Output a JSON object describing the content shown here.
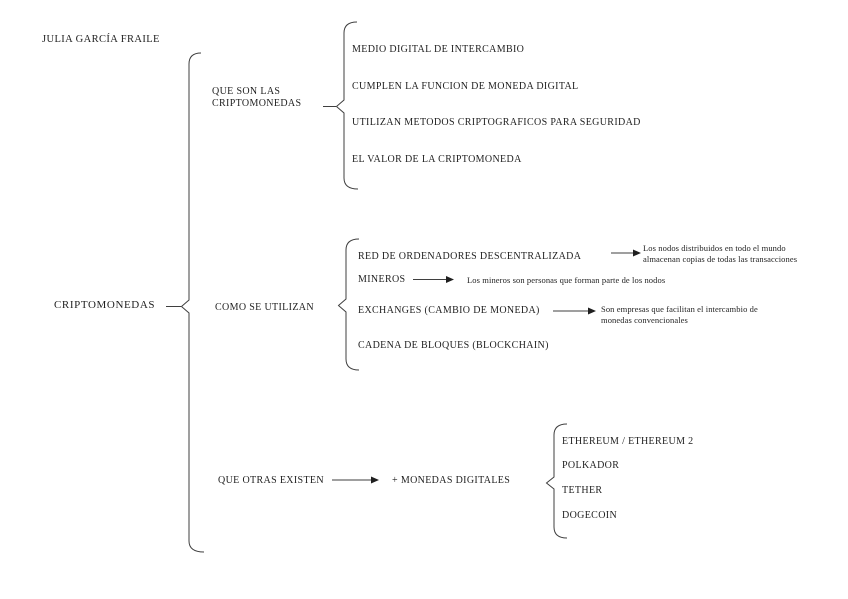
{
  "colors": {
    "background": "#ffffff",
    "text": "#1f1f1f",
    "line": "#3f3f3f"
  },
  "author": "JULIA GARCÍA FRAILE",
  "root": {
    "label": "CRIPTOMONEDAS"
  },
  "branches": [
    {
      "label_lines": [
        "QUE SON LAS",
        "CRIPTOMONEDAS"
      ],
      "items": [
        "MEDIO DIGITAL DE INTERCAMBIO",
        "CUMPLEN LA FUNCION DE MONEDA DIGITAL",
        "UTILIZAN METODOS CRIPTOGRAFICOS PARA SEGURIDAD",
        "EL VALOR DE LA CRIPTOMONEDA"
      ]
    },
    {
      "label": "COMO SE UTILIZAN",
      "items": [
        {
          "text": "RED DE ORDENADORES DESCENTRALIZADA",
          "note_lines": [
            "Los nodos distribuidos en todo el mundo",
            "almacenan copias de todas las transacciones"
          ]
        },
        {
          "text": "MINEROS",
          "note_lines": [
            "Los mineros son personas que forman parte de los nodos"
          ]
        },
        {
          "text": "EXCHANGES (CAMBIO DE MONEDA)",
          "note_lines": [
            "Son empresas que facilitan el intercambio de",
            "monedas convencionales"
          ]
        },
        {
          "text": "CADENA DE BLOQUES (BLOCKCHAIN)",
          "note_lines": []
        }
      ]
    },
    {
      "label": "QUE OTRAS EXISTEN",
      "target": "+ MONEDAS DIGITALES",
      "items": [
        "ETHEREUM / ETHEREUM 2",
        "POLKADOR",
        "TETHER",
        "DOGECOIN"
      ]
    }
  ]
}
